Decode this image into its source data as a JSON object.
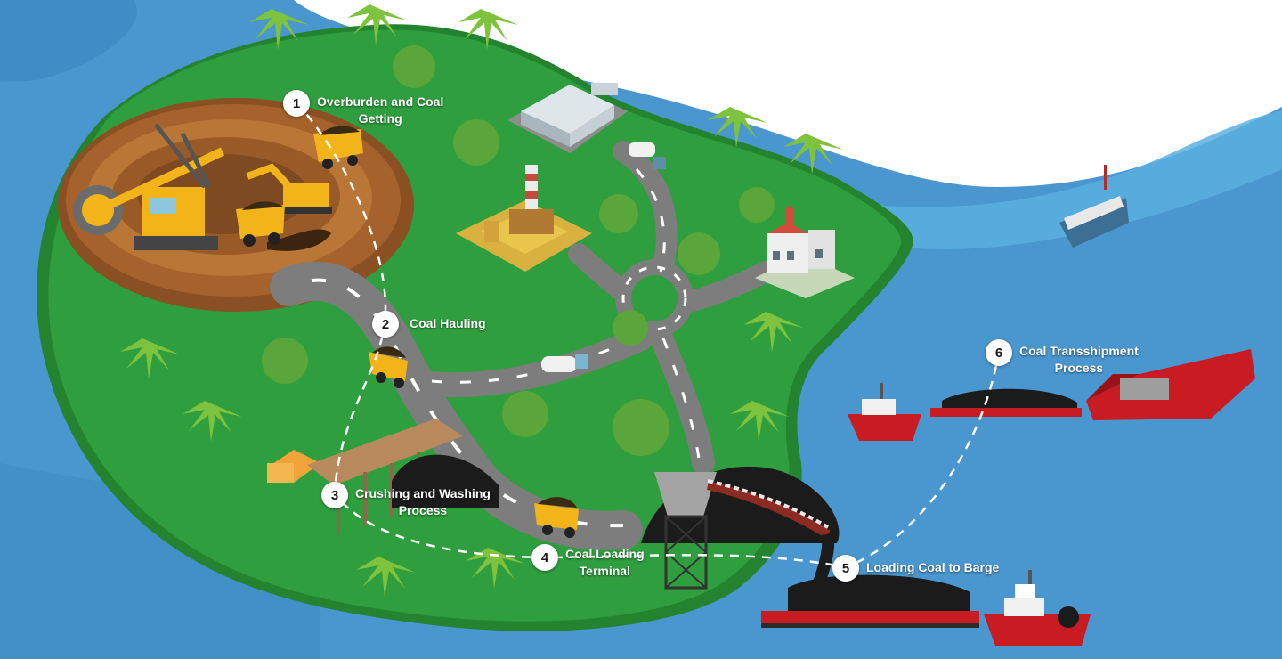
{
  "colors": {
    "sea": "#4a96cf",
    "sea_light": "#5bb0df",
    "island": "#2e9e3e",
    "island_edge": "#23832f",
    "road": "#7d7d7d",
    "pit": "#a5622c",
    "coal": "#1b1b1b",
    "ship_red": "#c91b22",
    "truck_yellow": "#f2b419"
  },
  "steps": [
    {
      "number": "1",
      "label_line1": "Overburden and Coal",
      "label_line2": "Getting"
    },
    {
      "number": "2",
      "label_line1": "Coal Hauling",
      "label_line2": ""
    },
    {
      "number": "3",
      "label_line1": "Crushing and Washing",
      "label_line2": "Process"
    },
    {
      "number": "4",
      "label_line1": "Coal Loading",
      "label_line2": "Terminal"
    },
    {
      "number": "5",
      "label_line1": "Loading Coal to Barge",
      "label_line2": ""
    },
    {
      "number": "6",
      "label_line1": "Coal Transshipment",
      "label_line2": "Process"
    }
  ]
}
